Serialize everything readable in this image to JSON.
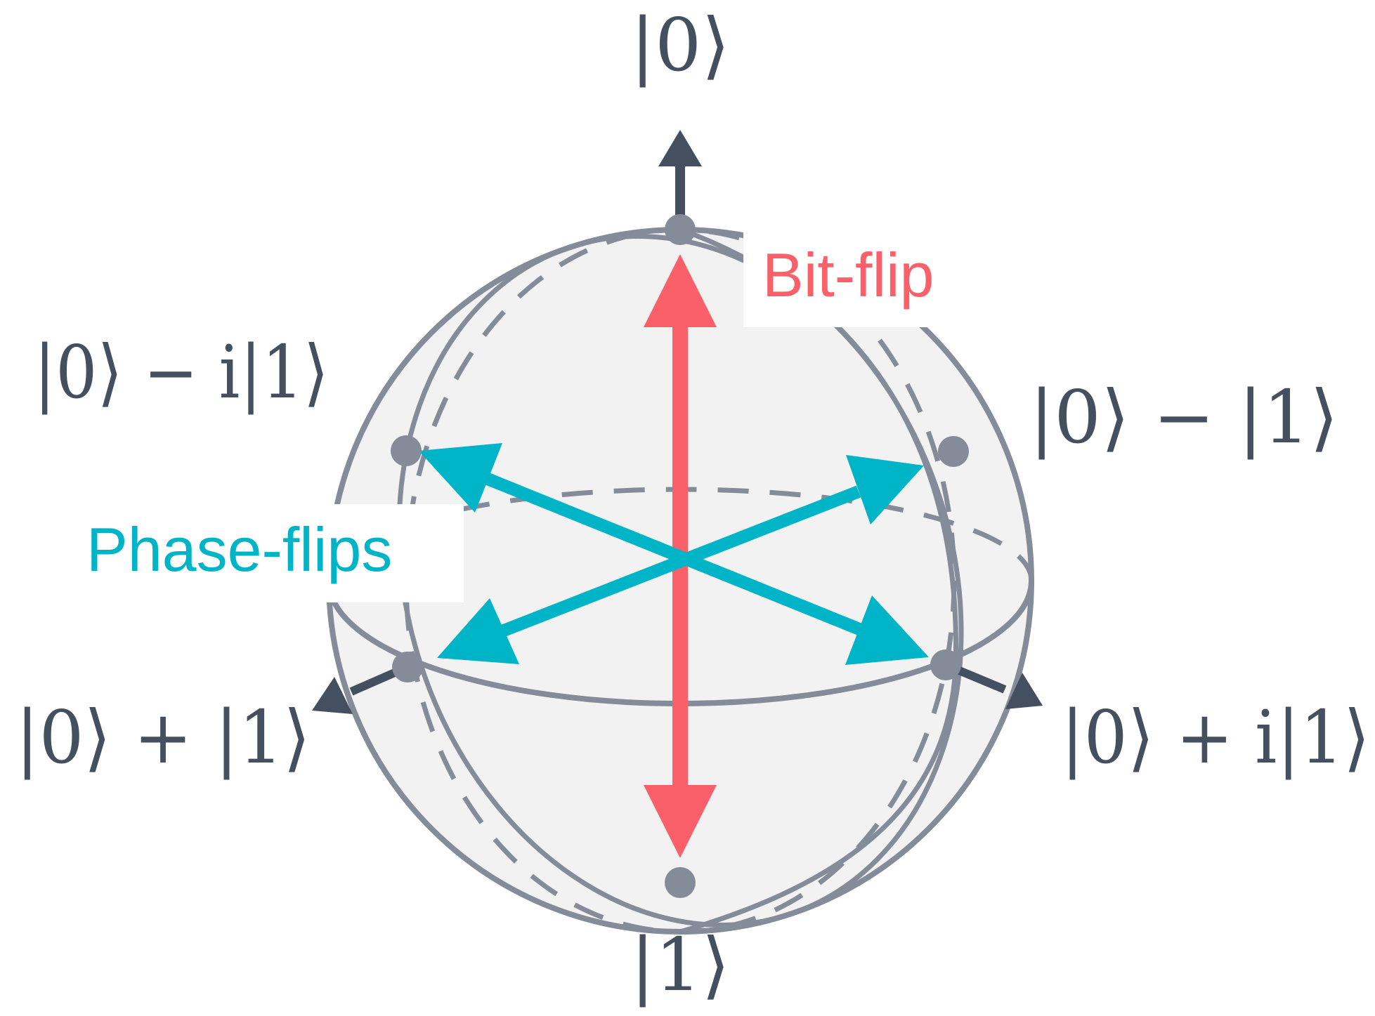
{
  "diagram": {
    "state_labels": {
      "top": "|0⟩",
      "bottom": "|1⟩",
      "upper_left": "|0⟩ − i|1⟩",
      "upper_right": "|0⟩ − |1⟩",
      "lower_left": "|0⟩ + |1⟩",
      "lower_right": "|0⟩ + i|1⟩"
    },
    "annotations": {
      "bit_flip": "Bit-flip",
      "phase_flips": "Phase-flips"
    },
    "colors": {
      "sphere_fill": "#f2f2f2",
      "sphere_stroke": "#848c99",
      "axis": "#44505f",
      "bit_flip": "#fa606a",
      "phase_flip": "#00b4c8",
      "state_dot": "#848c99"
    }
  }
}
